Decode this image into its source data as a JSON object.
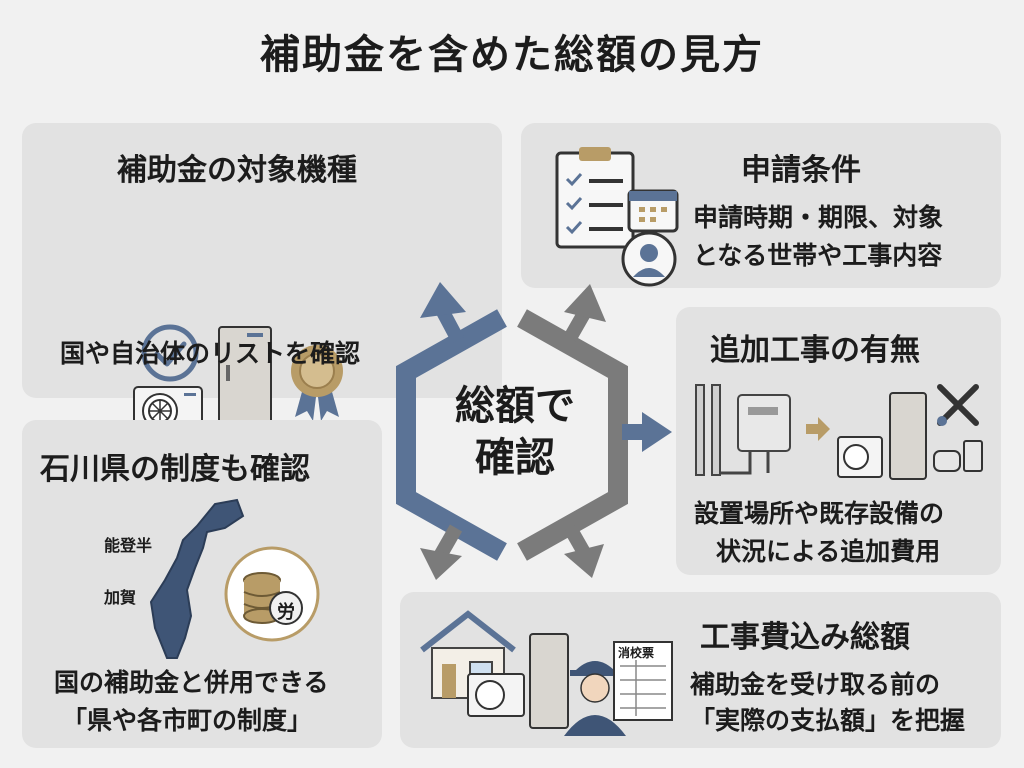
{
  "title": "補助金を含めた総額の見方",
  "center": {
    "line1": "総額で",
    "line2": "確認"
  },
  "cards": {
    "models": {
      "title": "補助金の対象機種",
      "text": "国や自治体のリストを確認"
    },
    "conditions": {
      "title": "申請条件",
      "line1": "申請時期・期限、対象",
      "line2": "となる世帯や工事内容"
    },
    "extra": {
      "title": "追加工事の有無",
      "line1": "設置場所や既存設備の",
      "line2": "状況による追加費用"
    },
    "ishikawa": {
      "title": "石川県の制度も確認",
      "line1": "国の補助金と併用できる",
      "line2": "「県や各市町の制度」",
      "map_label_1": "能登半",
      "map_label_2": "加賀",
      "coin_label": "労"
    },
    "total": {
      "title": "工事費込み総額",
      "line1": "補助金を受け取る前の",
      "line2": "「実際の支払額」を把握",
      "invoice_label": "消校票"
    }
  },
  "colors": {
    "arrow": "#5b7396",
    "arrow_gray": "#7b7b7b",
    "card": "#e2e2e2",
    "bg": "#f1f1f1",
    "accent": "#b89c67"
  }
}
